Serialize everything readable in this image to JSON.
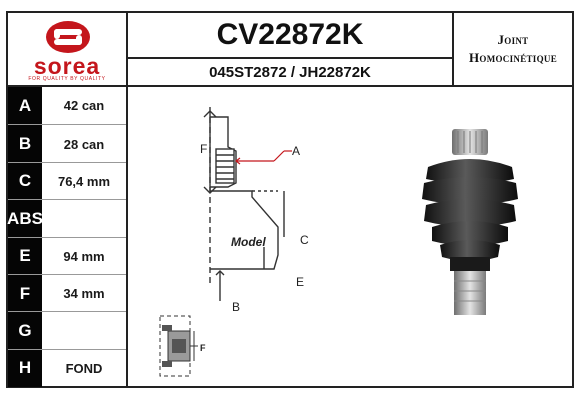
{
  "brand": {
    "name": "sorea",
    "tagline": "FOR QUALITY BY QUALITY",
    "red": "#c4161c"
  },
  "title": {
    "part_number": "CV22872K",
    "cross_refs": "045ST2872 / JH22872K"
  },
  "product_type": {
    "line1": "Joint",
    "line2": "Homocinétique"
  },
  "specs": [
    {
      "key": "A",
      "value": "42 can"
    },
    {
      "key": "B",
      "value": "28 can"
    },
    {
      "key": "C",
      "value": "76,4 mm"
    },
    {
      "key": "ABS",
      "value": ""
    },
    {
      "key": "E",
      "value": "94 mm"
    },
    {
      "key": "F",
      "value": "34 mm"
    },
    {
      "key": "G",
      "value": ""
    },
    {
      "key": "H",
      "value": "FOND"
    }
  ],
  "diagram": {
    "model_label": "Model",
    "label_a": "A",
    "label_b": "B",
    "label_c": "C",
    "label_e": "E",
    "label_f": "F",
    "label_f_small": "F",
    "arrow_color": "#c4161c"
  }
}
